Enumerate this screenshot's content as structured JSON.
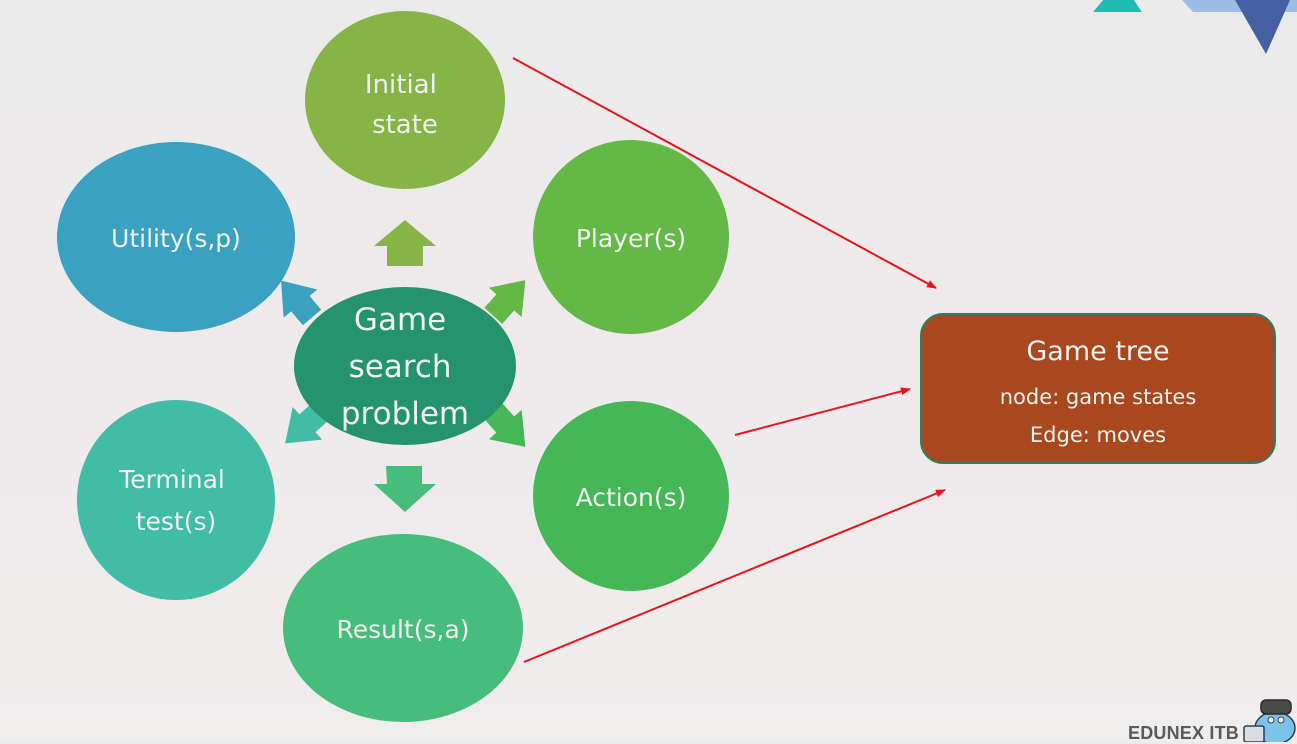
{
  "slide": {
    "center": {
      "lines": [
        "Game",
        "search",
        "problem"
      ],
      "color": "#25936e"
    },
    "nodes": [
      {
        "id": "initial-state",
        "lines": [
          "Initial",
          "state"
        ],
        "color": "#86b446"
      },
      {
        "id": "players",
        "lines": [
          "Player(s)"
        ],
        "color": "#64b846"
      },
      {
        "id": "actions",
        "lines": [
          "Action(s)"
        ],
        "color": "#45b756"
      },
      {
        "id": "result",
        "lines": [
          "Result(s,a)"
        ],
        "color": "#47bd7c"
      },
      {
        "id": "terminal-test",
        "lines": [
          "Terminal",
          "test(s)"
        ],
        "color": "#43bca6"
      },
      {
        "id": "utility",
        "lines": [
          "Utility(s,p)"
        ],
        "color": "#3aa2c0"
      }
    ],
    "target": {
      "title": "Game tree",
      "line1": "node: game states",
      "line2": "Edge: moves",
      "fill": "#a9471e",
      "border": "#2e7d62"
    },
    "connector_color": "#e8141b",
    "footer": {
      "brand": "EDUNEX ITB"
    },
    "decor_colors": {
      "teal": "#1fbdb4",
      "light_blue": "#9dbde7",
      "dark_blue": "#4460a3"
    }
  }
}
